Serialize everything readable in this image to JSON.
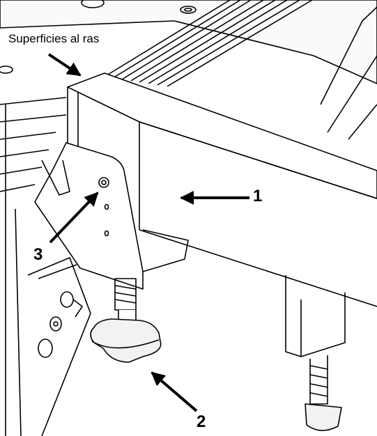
{
  "labels": {
    "flush_surfaces": "Superficies al ras",
    "callout_1": "1",
    "callout_2": "2",
    "callout_3": "3"
  },
  "colors": {
    "line": "#000000",
    "background": "#ffffff",
    "shade": "#e8e8e8"
  }
}
